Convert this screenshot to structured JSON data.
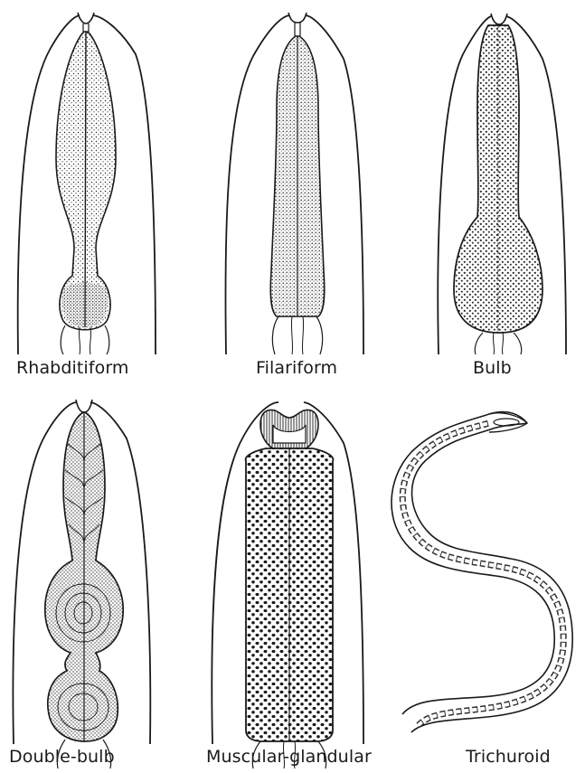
{
  "figure": {
    "panels": [
      {
        "label": "Rhabditiform",
        "icon": "rhabditiform-esophagus-icon"
      },
      {
        "label": "Filariform",
        "icon": "filariform-esophagus-icon"
      },
      {
        "label": "Bulb",
        "icon": "bulb-esophagus-icon"
      },
      {
        "label": "Double-bulb",
        "icon": "double-bulb-esophagus-icon"
      },
      {
        "label": "Muscular-glandular",
        "icon": "muscular-glandular-esophagus-icon"
      },
      {
        "label": "Trichuroid",
        "icon": "trichuroid-esophagus-icon"
      }
    ],
    "colors": {
      "ink": "#1a1a1a",
      "paper": "#ffffff"
    }
  }
}
